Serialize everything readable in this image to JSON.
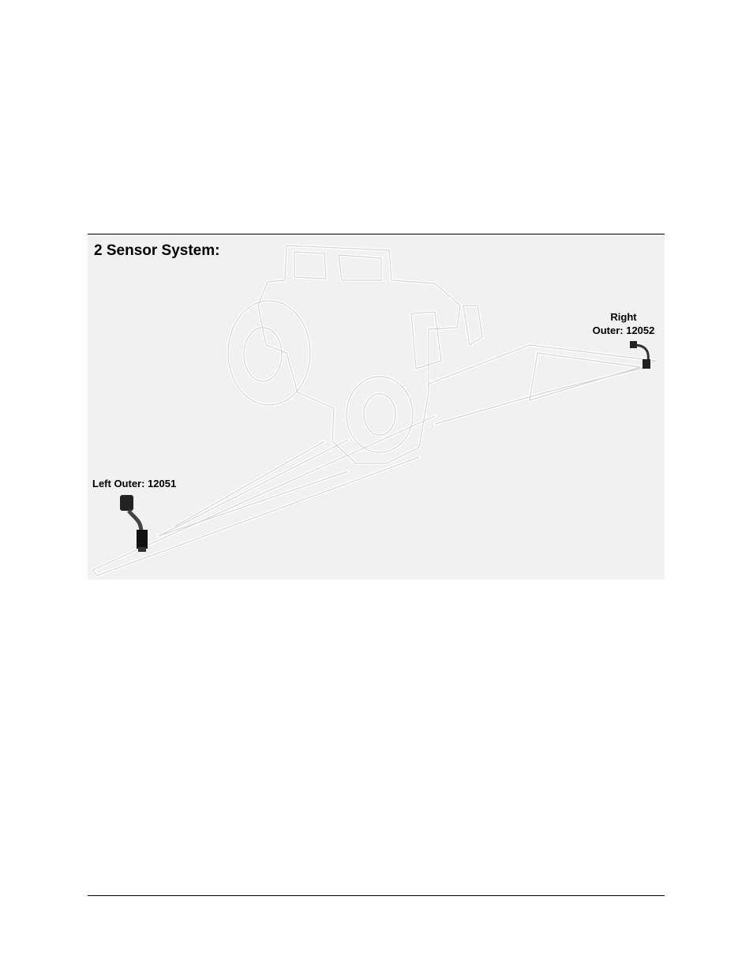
{
  "figure": {
    "title": "2 Sensor System:",
    "sensors": {
      "right": {
        "line1": "Right",
        "line2": "Outer: 12052"
      },
      "left": {
        "text": "Left Outer: 12051"
      }
    }
  }
}
